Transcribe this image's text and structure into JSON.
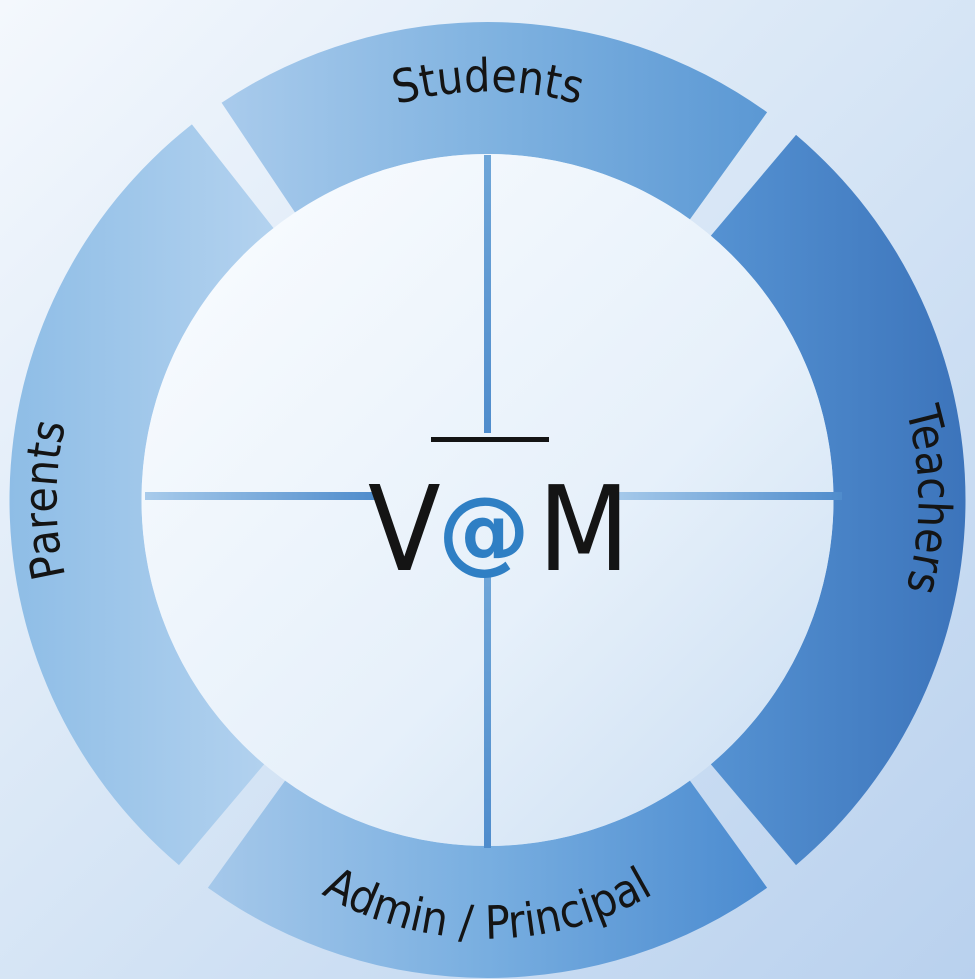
{
  "segments": {
    "top": "Students",
    "right": "Teachers",
    "bottom": "Admin / Principal",
    "left": "Parents"
  },
  "logo": {
    "left": "V",
    "middle": "@",
    "right": "M"
  },
  "colors": {
    "ring_light": "#a9c9ea",
    "ring_mid": "#6ea7da",
    "ring_dark": "#3f78be",
    "axis": "#6fa6d8",
    "at_symbol": "#2f7fc4",
    "text": "#141414"
  }
}
